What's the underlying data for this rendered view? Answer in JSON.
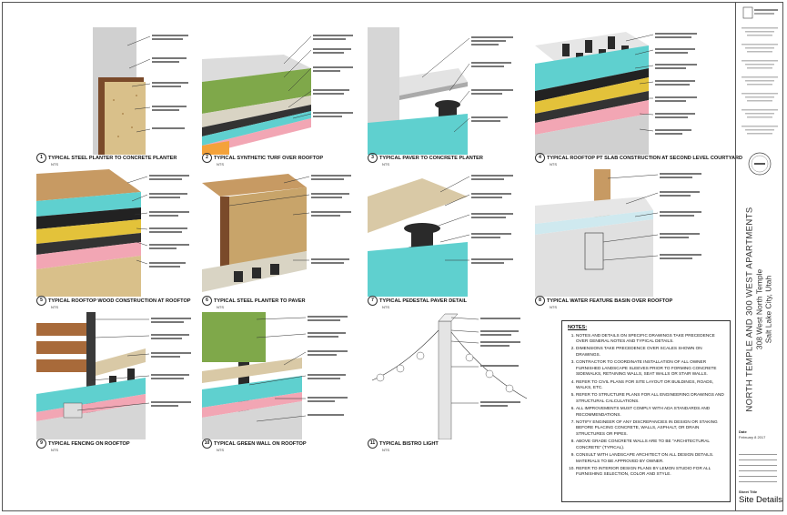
{
  "details": [
    {
      "num": "1",
      "title": "TYPICAL STEEL PLANTER TO CONCRETE PLANTER",
      "scale": "NTS"
    },
    {
      "num": "2",
      "title": "TYPICAL SYNTHETIC TURF OVER ROOFTOP",
      "scale": "NTS"
    },
    {
      "num": "3",
      "title": "TYPICAL PAVER TO CONCRETE PLANTER",
      "scale": "NTS"
    },
    {
      "num": "4",
      "title": "TYPICAL ROOFTOP PT SLAB CONSTRUCTION AT SECOND LEVEL COURTYARD",
      "scale": "NTS"
    },
    {
      "num": "5",
      "title": "TYPICAL ROOFTOP WOOD CONSTRUCTION AT ROOFTOP",
      "scale": "NTS"
    },
    {
      "num": "6",
      "title": "TYPICAL STEEL PLANTER TO PAVER",
      "scale": "NTS"
    },
    {
      "num": "7",
      "title": "TYPICAL PEDESTAL PAVER DETAIL",
      "scale": "NTS"
    },
    {
      "num": "8",
      "title": "TYPICAL WATER FEATURE BASIN OVER ROOFTOP",
      "scale": "NTS"
    },
    {
      "num": "9",
      "title": "TYPICAL FENCING ON ROOFTOP",
      "scale": "NTS"
    },
    {
      "num": "10",
      "title": "TYPICAL GREEN WALL ON ROOFTOP",
      "scale": "NTS"
    },
    {
      "num": "11",
      "title": "TYPICAL BISTRO LIGHT",
      "scale": "NTS"
    }
  ],
  "notes": {
    "heading": "NOTES:",
    "items": [
      "NOTES AND DETAILS ON SPECIFIC DRAWINGS TAKE PRECEDENCE OVER GENERAL NOTES AND TYPICAL DETAILS.",
      "DIMENSIONS TAKE PRECEDENCE OVER SCALES SHOWN ON DRAWINGS.",
      "CONTRACTOR TO COORDINATE INSTALLATION OF ALL OWNER FURNISHED LANDSCAPE SLEEVES PRIOR TO FORMING CONCRETE SIDEWALKS, RETAINING WALLS, SEAT WALLS OR STAIR WALLS.",
      "REFER TO CIVIL PLANS FOR SITE LAYOUT OR BUILDINGS, ROADS, WALKS, ETC.",
      "REFER TO STRUCTURE PLANS FOR ALL ENGINEERING DRAWINGS AND STRUCTURAL CALCULATIONS.",
      "ALL IMPROVEMENTS MUST COMPLY WITH ADA STANDARDS AND RECOMMENDATIONS.",
      "NOTIFY ENGINEER OF ANY DISCREPANCIES IN DESIGN OR STAKING BEFORE PLACING CONCRETE, WALLS, ASPHALT, OR DRAIN STRUCTURES OR PIPES.",
      "ABOVE GRADE CONCRETE WALLS ARE TO BE \"ARCHITECTURAL CONCRETE\" (TYPICAL).",
      "CONSULT WITH LANDSCAPE ARCHITECT ON ALL DESIGN DETAILS. MATERIALS TO BE APPROVED BY OWNER.",
      "REFER TO INTERIOR DESIGN PLANS BY LEMON STUDIO FOR ALL FURNISHING SELECTION, COLOR AND STYLE."
    ]
  },
  "title_block": {
    "project_name": "NORTH TEMPLE AND 300 WEST APARTMENTS",
    "address": "308 West North Temple",
    "city": "Salt Lake City, Utah",
    "date_label": "Date",
    "date_value": "February 8 2017",
    "sheet_title_label": "Sheet Title",
    "sheet_title": "Site Details"
  },
  "colors": {
    "concrete": "#d8d8d8",
    "soil": "#c8a46a",
    "turf": "#7fa84a",
    "insulation": "#5fd0cf",
    "membrane": "#f2a6b4",
    "wood": "#c79a63",
    "pedestal": "#2a2a2a",
    "steel": "#7a4a2a"
  }
}
